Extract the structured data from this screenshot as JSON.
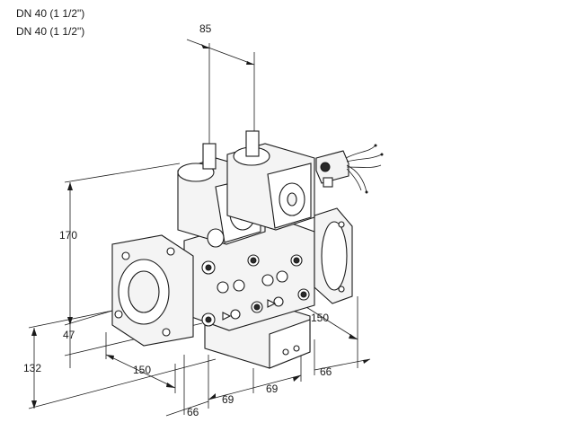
{
  "header": {
    "line1": "DN 40 (1 1/2\")",
    "line2": "DN 40 (1 1/2\")"
  },
  "dimensions": {
    "top_spacing": "85",
    "height": "170",
    "flange_height": "47",
    "base_height": "132",
    "depth_left": "150",
    "depth_right": "150",
    "offset_left": "66",
    "offset_right": "66",
    "module_width_1": "69",
    "module_width_2": "69"
  },
  "icons": {
    "valve": "gas-valve-assembly",
    "connector": "electrical-connector-plug"
  }
}
